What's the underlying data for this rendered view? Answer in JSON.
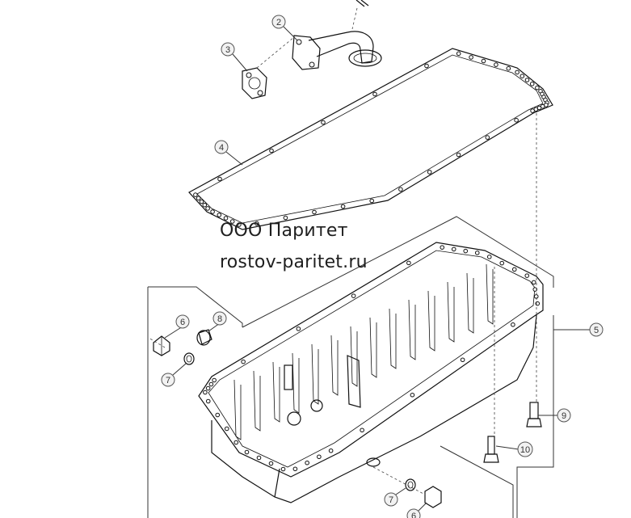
{
  "watermark": {
    "company": "ООО Паритет",
    "site": "rostov-paritet.ru"
  },
  "callouts": [
    {
      "id": "c2",
      "label": "2"
    },
    {
      "id": "c3",
      "label": "3"
    },
    {
      "id": "c4",
      "label": "4"
    },
    {
      "id": "c5",
      "label": "5"
    },
    {
      "id": "c6a",
      "label": "6"
    },
    {
      "id": "c6b",
      "label": "6"
    },
    {
      "id": "c7a",
      "label": "7"
    },
    {
      "id": "c7b",
      "label": "7"
    },
    {
      "id": "c8",
      "label": "8"
    },
    {
      "id": "c9",
      "label": "9"
    },
    {
      "id": "c10",
      "label": "10"
    }
  ]
}
